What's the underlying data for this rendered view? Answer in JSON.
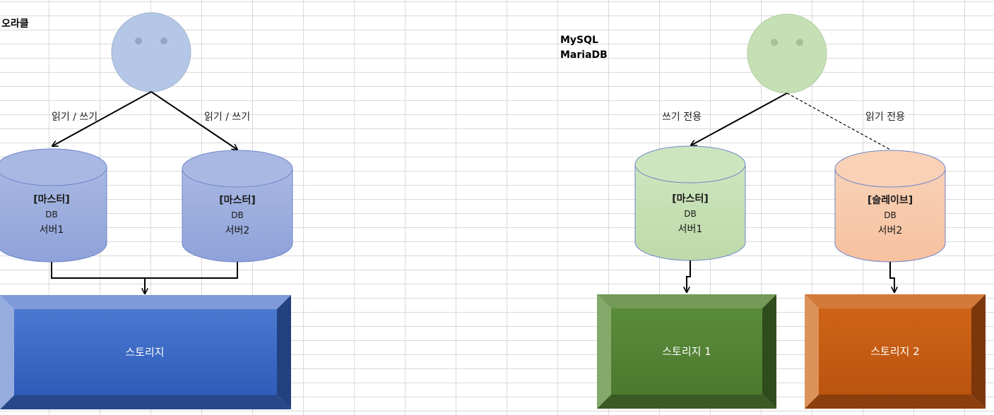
{
  "left": {
    "title": "오라클",
    "edge_left": "읽기 / 쓰기",
    "edge_right": "읽기 / 쓰기",
    "db1": {
      "role": "[마스터]",
      "type": "DB",
      "name": "서버1"
    },
    "db2": {
      "role": "[마스터]",
      "type": "DB",
      "name": "서버2"
    },
    "storage": "스토리지"
  },
  "right": {
    "title_line1": "MySQL",
    "title_line2": "MariaDB",
    "edge_left": "쓰기 전용",
    "edge_right": "읽기 전용",
    "db1": {
      "role": "[마스터]",
      "type": "DB",
      "name": "서버1"
    },
    "db2": {
      "role": "[슬레이브]",
      "type": "DB",
      "name": "서버2"
    },
    "storage1": "스토리지 1",
    "storage2": "스토리지 2"
  },
  "colors": {
    "left_user": "#b4c7e7",
    "left_db": "#9fb1df",
    "left_storage": "#3a67c2",
    "right_user": "#c5e0b4",
    "right_db_master": "#c5e0b4",
    "right_db_slave": "#f8cbad",
    "right_storage1": "#548235",
    "right_storage2": "#c55a11"
  },
  "icons": [
    "user-face-icon",
    "database-cylinder-icon",
    "storage-bevel-icon"
  ]
}
